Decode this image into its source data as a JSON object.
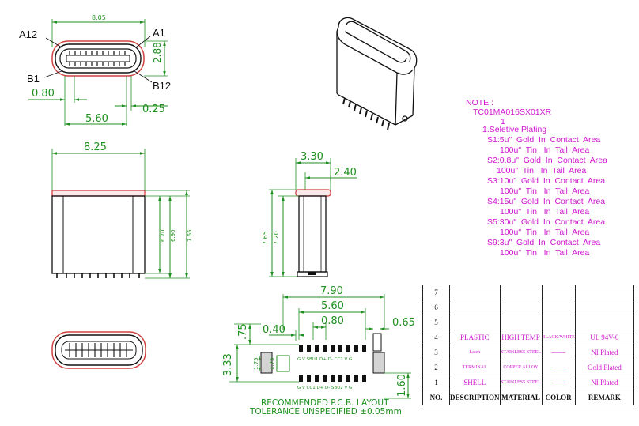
{
  "top_view": {
    "width_label": "8.05",
    "pin_a12": "A12",
    "pin_a1": "A1",
    "pin_b1": "B1",
    "pin_b12": "B12",
    "height_label": "2.88",
    "pitch_label": "0.80",
    "pin_width_label": "0.25",
    "pin_span_label": "5.60"
  },
  "front_view": {
    "width_label": "8.25",
    "h1_label": "6.70",
    "h2_label": "6.90",
    "h3_label": "7.65"
  },
  "side_view": {
    "top_label": "3.30",
    "offset_label": "2.40",
    "h1_label": "7.65",
    "h2_label": "7.20"
  },
  "pcb_layout": {
    "width_label": "7.90",
    "span_label": "5.60",
    "pitch_label": "0.80",
    "left_label": "0.40",
    "right_label": "0.65",
    "top_label": ".75",
    "height_label": "3.33",
    "inner_label": "1.75",
    "inner_label2": "1.75",
    "bottom_label": "1.60",
    "caption1": "RECOMMENDED    P.C.B.  LAYOUT",
    "caption2": "TOLERANCE  UNSPECIFIED  ±0.05mm",
    "top_pads_text": "G  V  SBU1 D+ D-  CC2  V  G",
    "bottom_pads_text": "G  V  CC1 D+ D-  SBU2  V  G"
  },
  "notes": {
    "title": "NOTE :",
    "part_number": "TC01MA016SX01XR",
    "option_mark": "1",
    "heading": "1.Seletive Plating",
    "lines": [
      "S1:5u\"  Gold  In  Contact  Area",
      "100u\"  Tin   In  Tail  Area",
      "S2:0.8u\"  Gold  In  Contact  Area",
      "100u\"  Tin   In  Tail  Area",
      "S3:10u\"  Gold  In  Contact  Area",
      "100u\"  Tin   In  Tail  Area",
      "S4:15u\"  Gold  In  Contact  Area",
      "100u\"  Tin   In  Tail  Area",
      "S5:30u\"  Gold  In  Contact  Area",
      "100u\"  Tin   In  Tail  Area",
      "S9:3u\"  Gold  In  Contact  Area",
      "100u\"  Tin   In  Tail  Area"
    ]
  },
  "bom": {
    "empty_rows": [
      "7",
      "6",
      "5"
    ],
    "rows": [
      {
        "no": "4",
        "desc": "PLASTIC",
        "material": "HIGH TEMP",
        "color": "BLACK/WHITE",
        "remark": "UL 94V-0"
      },
      {
        "no": "3",
        "desc": "Latch",
        "material": "STAINLESS STEEL",
        "color": "",
        "remark": "NI Plated"
      },
      {
        "no": "2",
        "desc": "TERMINAL",
        "material": "COPPER ALLOY",
        "color": "",
        "remark": "Gold Plated"
      },
      {
        "no": "1",
        "desc": "SHELL",
        "material": "STAINLESS STEEL",
        "color": "",
        "remark": "NI Plated"
      }
    ],
    "header": {
      "no": "NO.",
      "desc": "DESCRIPTION",
      "material": "MATERIAL",
      "color": "COLOR",
      "remark": "REMARK"
    }
  },
  "colors": {
    "dimension": "#1f8f1f",
    "outline": "#111111",
    "accent": "#d015d0",
    "highlight": "#d04040"
  }
}
